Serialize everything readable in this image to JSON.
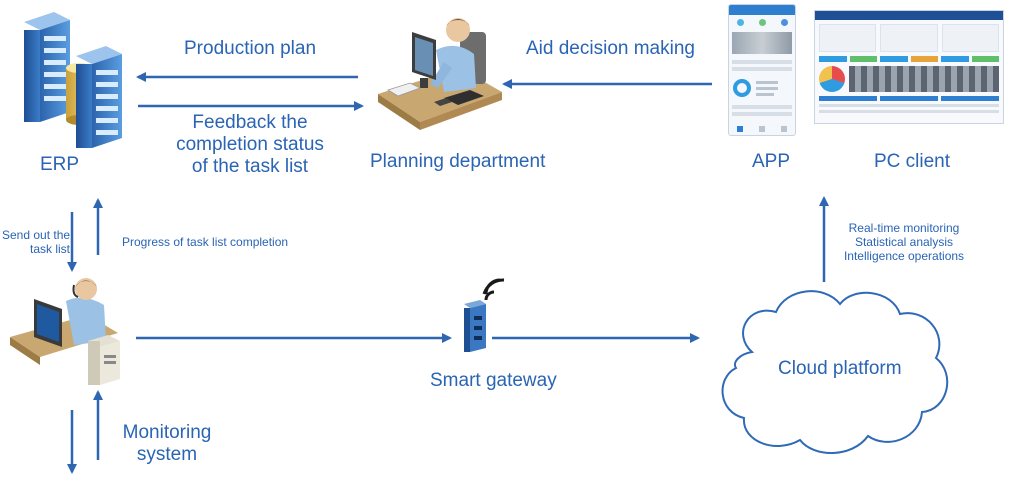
{
  "nodes": {
    "erp": "ERP",
    "planning": "Planning department",
    "app": "APP",
    "pc_client": "PC client",
    "smart_gateway": "Smart gateway",
    "cloud_platform": "Cloud platform",
    "monitoring": [
      "Monitoring",
      "system"
    ]
  },
  "edges": {
    "production_plan": "Production plan",
    "feedback": [
      "Feedback the",
      "completion status",
      "of the task list"
    ],
    "aid_decision": "Aid decision making",
    "send_out": [
      "Send out the",
      "task list"
    ],
    "progress": "Progress of task list completion",
    "cloud_functions": [
      "Real-time monitoring",
      "Statistical analysis",
      "Intelligence operations"
    ]
  },
  "colors": {
    "text": "#2a64b4",
    "arrow": "#2e66b1",
    "server_blue": "#3a78c2",
    "cloud_stroke": "#2f6ab8"
  }
}
